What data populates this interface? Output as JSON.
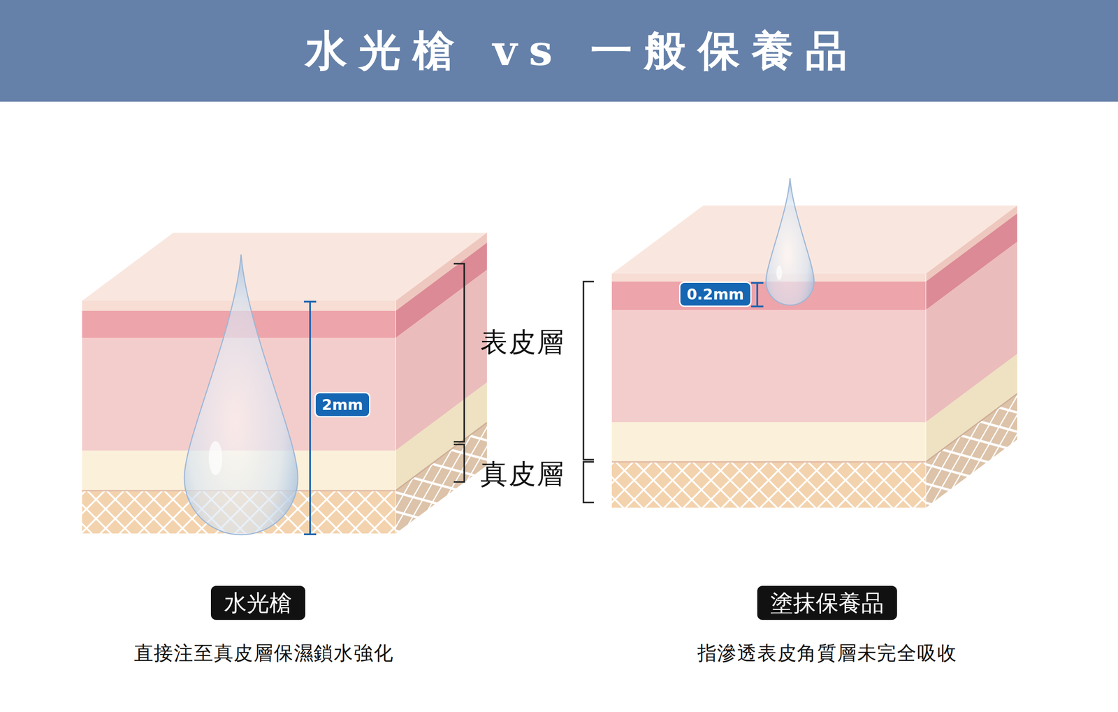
{
  "diagram": {
    "title": "水光槍 vs 一般保養品",
    "nodes": [
      {
        "text": [
          "2mm"
        ]
      },
      {
        "text": [
          "0.2mm"
        ]
      },
      {
        "text": [
          "水光槍"
        ]
      },
      {
        "text": [
          "塗抹保養品"
        ]
      }
    ],
    "labels": [
      "表皮層",
      "真皮層",
      "直接注至真皮層保濕鎖水強化",
      "指滲透表皮角質層未完全吸收"
    ]
  }
}
